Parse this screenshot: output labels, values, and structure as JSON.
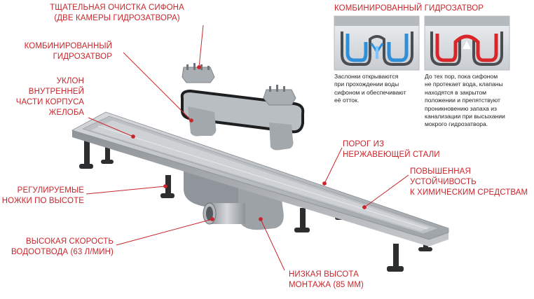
{
  "colors": {
    "accent_red": "#c8262b",
    "steel": "#a9aeb4",
    "plastic_dark": "#3a3d40",
    "water_blue": "#2f8fd8",
    "seal_red": "#d8262b"
  },
  "labels": {
    "siphon_cleaning": [
      "ТЩАТЕЛЬНАЯ ОЧИСТКА СИФОНА",
      "(ДВЕ КАМЕРЫ ГИДРОЗАТВОРА)"
    ],
    "combined_seal": [
      "КОМБИНИРОВАННЫЙ",
      "ГИДРОЗАТВОР"
    ],
    "slope": [
      "УКЛОН",
      "ВНУТРЕННЕЙ",
      "ЧАСТИ КОРПУСА",
      "ЖЕЛОБА"
    ],
    "adjustable_legs": [
      "РЕГУЛИРУЕМЫЕ",
      "НОЖКИ ПО ВЫСОТЕ"
    ],
    "drain_speed": [
      "ВЫСОКАЯ СКОРОСТЬ",
      "ВОДООТВОДА (63 Л/МИН)"
    ],
    "low_height": [
      "НИЗКАЯ ВЫСОТА",
      "МОНТАЖА (85 ММ)"
    ],
    "steel_threshold": [
      "ПОРОГ ИЗ",
      "НЕРЖАВЕЮЩЕЙ СТАЛИ"
    ],
    "chem_resistance": [
      "ПОВЫШЕННАЯ",
      "УСТОЙЧИВОСТЬ",
      "К ХИМИЧЕСКИМ СРЕДСТВАМ"
    ]
  },
  "inset": {
    "title": "КОМБИНИРОВАННЫЙ ГИДРОЗАТВОР",
    "left_caption": [
      "Заслонки открываются",
      "при прохождении воды",
      "сифоном и обеспечивают",
      "её отток."
    ],
    "right_caption": [
      "До тех пор, пока сифоном",
      "не протекает вода, клапаны",
      "находятся в закрытом",
      "положении и препятствуют",
      "проникновению запаха из",
      "канализации при высыхании",
      "мокрого гидрозатвора."
    ]
  }
}
